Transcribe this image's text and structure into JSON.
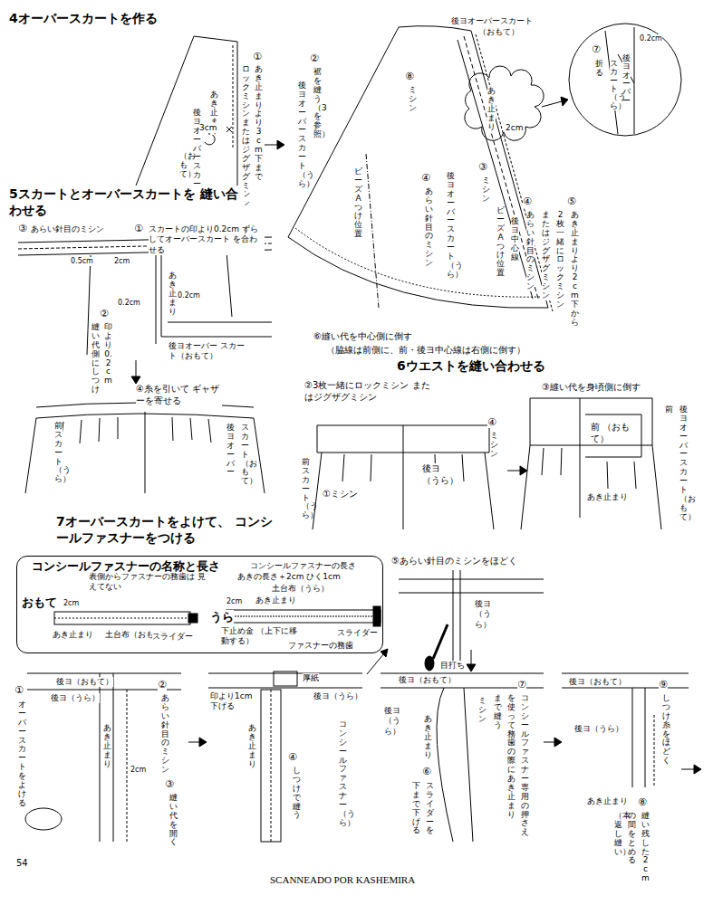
{
  "diagram": {
    "nodes": [
      {
        "text": [
          "コンシールファスナーの名称と長さ"
        ]
      }
    ],
    "labels": [
      "4オーバースカートを作る",
      "①",
      "あき止まりより3cm下まで",
      "ロックミシンまたはジグザグミシン",
      "あき止まり",
      "後ヨオーバースカート",
      "（おもて）",
      "3cm",
      "後ヨオーバースカート",
      "（おもて）",
      "⑧",
      "ミシン",
      "②",
      "裾を縫う（3を参照）",
      "後ヨオーバースカート（うら）",
      "ビーズAつけ位置",
      "④",
      "あらい針目のミシン",
      "後ヨオーバースカート（うら）",
      "③",
      "ミシン",
      "ビーズAつけ位置",
      "後ヨ中心線",
      "④",
      "あらい針目のミシン",
      "⑤",
      "あき止まりより2cm下から",
      "2枚一緒にロックミシン",
      "またはジグザグミシン",
      "あき止まり",
      "2cm",
      "⑦",
      "折る",
      "0.2cm",
      "後ヨオーバー",
      "スカート（うら）",
      "⑥縫い代を中心側に倒す",
      "（脇線は前側に、前・後ヨ中心線は右側に倒す）",
      "5スカートとオーバースカートを 縫い合わせる",
      "③",
      "あらい針目のミシン",
      "①",
      "スカートの印より0.2cm ずらしてオーバースカート を合わせる",
      "0.5cm",
      "2cm",
      "0.2cm",
      "0.2cm",
      "②",
      "印より0.2cm",
      "縫い代側にしつけ",
      "あき止まり",
      "後ヨオーバー スカート（おもて）",
      "④糸を引いて ギャザーを寄せる",
      "前スカート（うら）",
      "後ヨオーバー",
      "スカート（おもて）",
      "6ウエストを縫い合わせる",
      "②3枚一緒にロックミシン またはジグザグミシン",
      "前スカート（うら）",
      "①ミシン",
      "後ヨ （うら）",
      "④",
      "ミシン",
      "③縫い代を身頃側に倒す",
      "前 （おもて）",
      "前",
      "後ヨオーバースカート（おもて）",
      "あき止まり",
      "7オーバースカートをよけて、 コンシールファスナーをつける",
      "おもて",
      "表側からファスナーの務歯は 見えてない",
      "2cm",
      "あき止まり",
      "土台布（おもて）",
      "スライダー",
      "うら",
      "コンシールファスナーの長さ",
      "あきの長さ＋2cm ひく1cm",
      "土台布（うら）",
      "2cm",
      "あき止まり",
      "スライダー",
      "下止め金 （上下に移動する）",
      "ファスナーの務歯",
      "⑤あらい針目のミシンをほどく",
      "後ヨ （うら）",
      "目打ち",
      "後ヨ（おもて）",
      "後ヨ（うら）",
      "①",
      "オーバースカートをよける",
      "②",
      "あらい針目のミシン",
      "あき止まり",
      "2cm",
      "③",
      "縫い代を開く",
      "厚紙",
      "印より1cm 下げる",
      "後ヨ（うら）",
      "あき止まり",
      "④",
      "しつけで縫う",
      "コンシールファスナー（うら）",
      "後ヨ（おもて）",
      "後ヨ （うら）",
      "ミシン",
      "あき止まり",
      "⑥",
      "スライダーを",
      "下まで下げる",
      "⑦",
      "コンシールファスナー専用の押さえ",
      "を使って務歯の際にあき止まり",
      "まで縫う",
      "後ヨ（おもて）",
      "⑨",
      "しつけ糸をほどく",
      "後ヨ（うら）",
      "あき止まり",
      "⑧",
      "縫い残した2cm",
      "の間をとめる",
      "（本返し縫い）",
      "54",
      "SCANNEADO POR KASHEMIRA"
    ]
  }
}
